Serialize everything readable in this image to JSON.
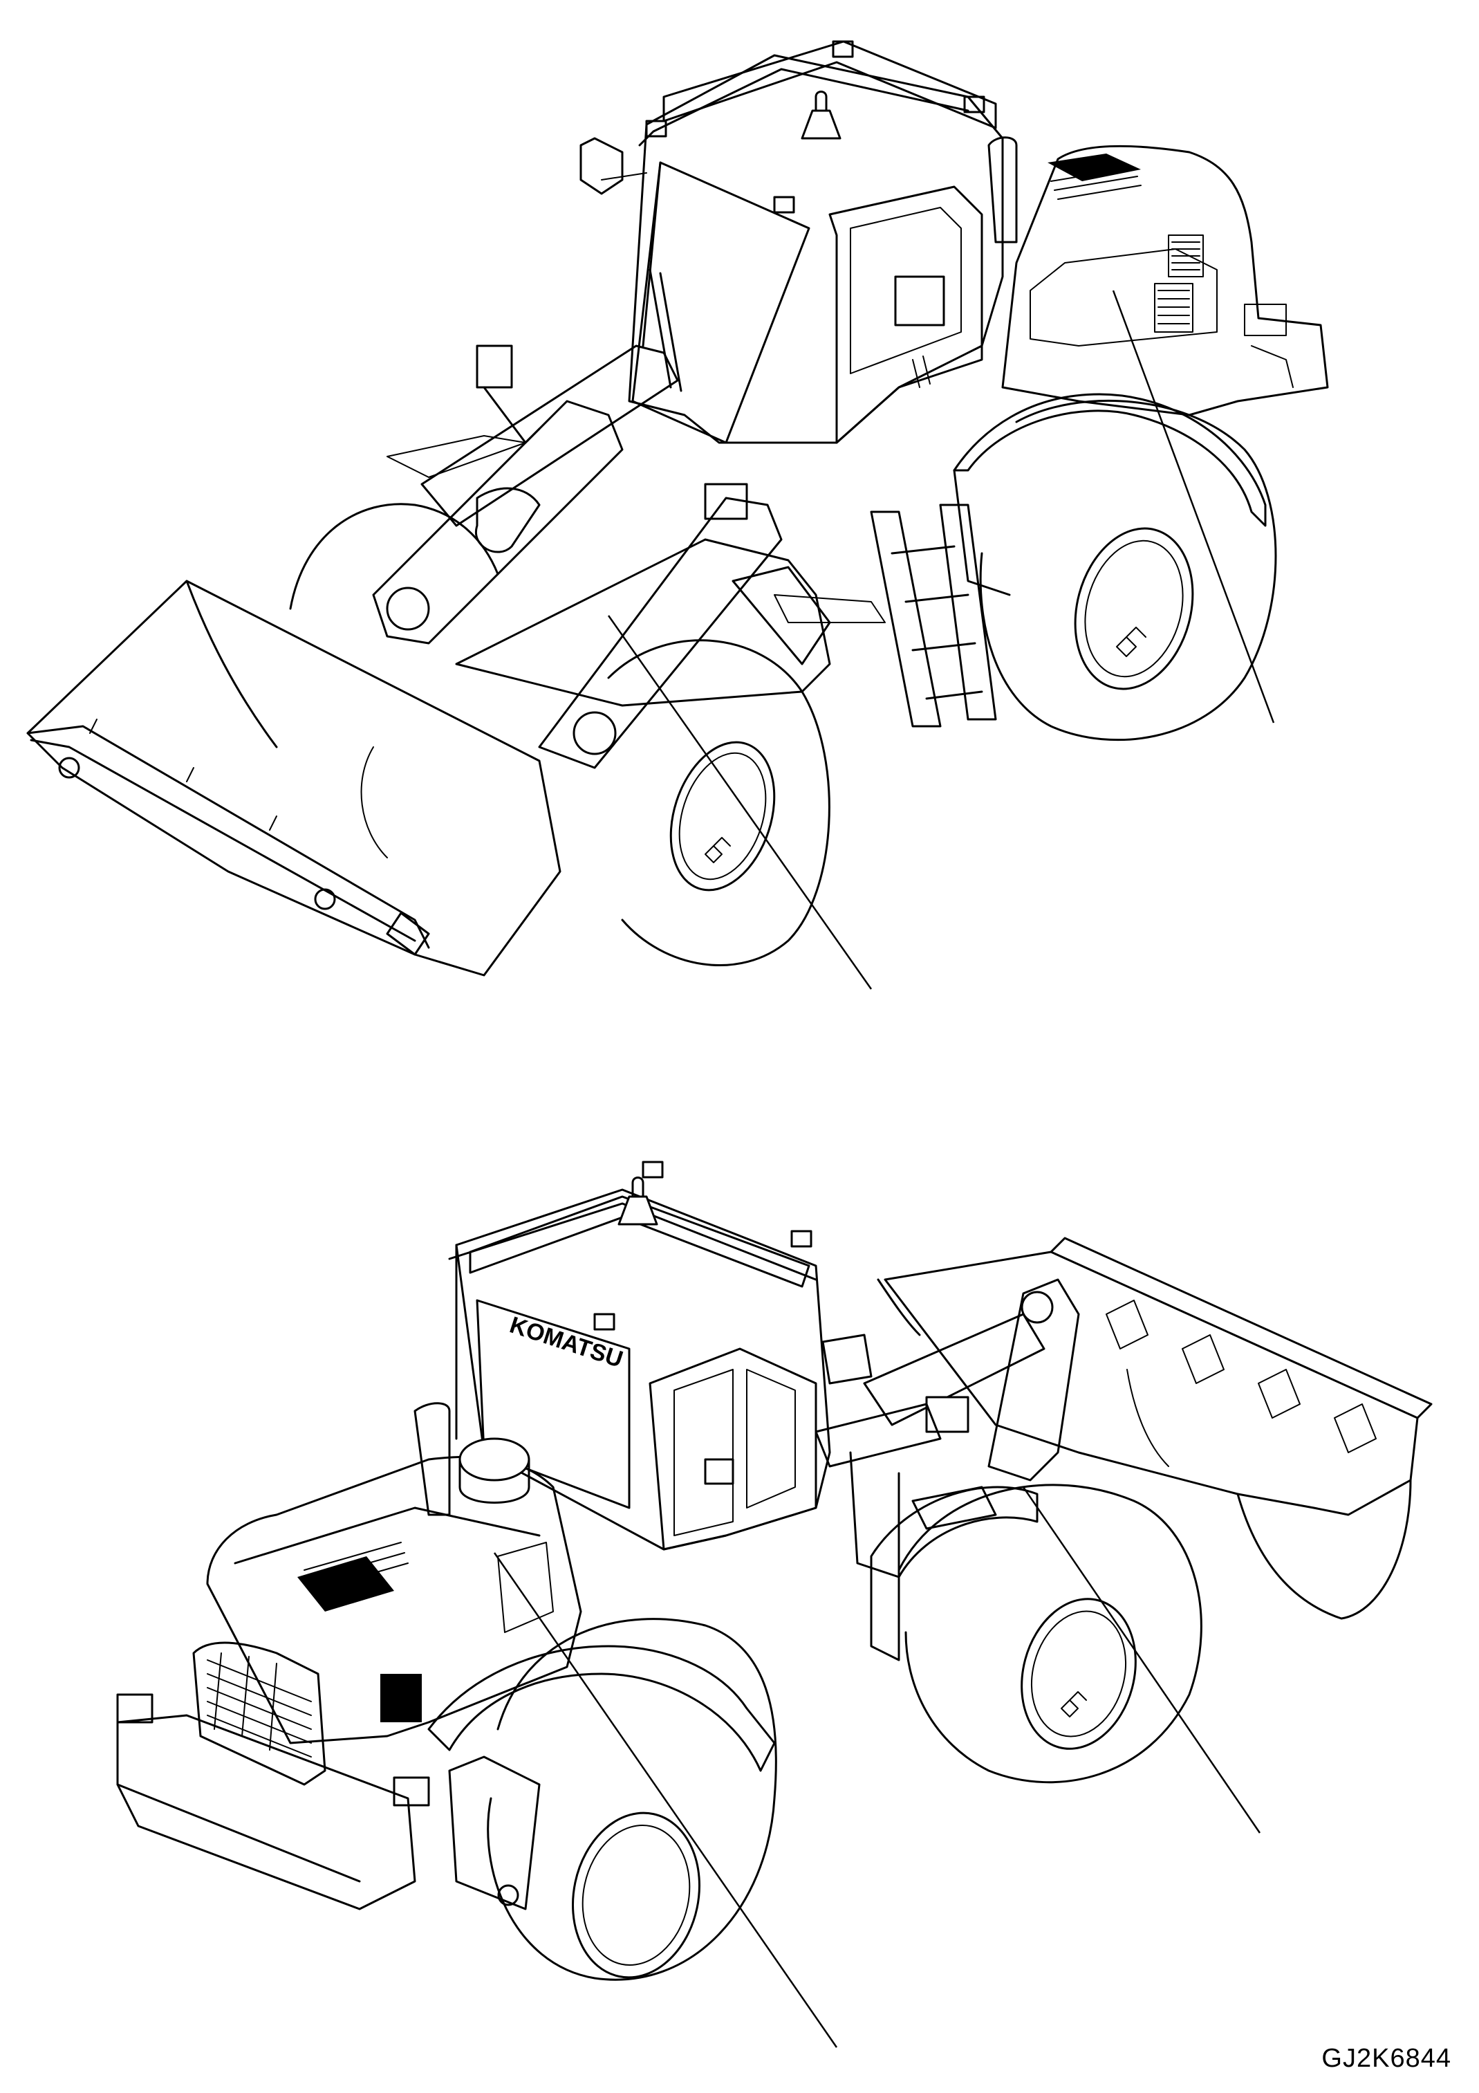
{
  "figure": {
    "drawing_code": "GJ2K6844",
    "brand_mark": "KOMATSU"
  },
  "views": [
    {
      "name": "front-view",
      "subject": "wheel-loader",
      "callouts": 2
    },
    {
      "name": "rear-view",
      "subject": "wheel-loader",
      "callouts": 2
    }
  ]
}
